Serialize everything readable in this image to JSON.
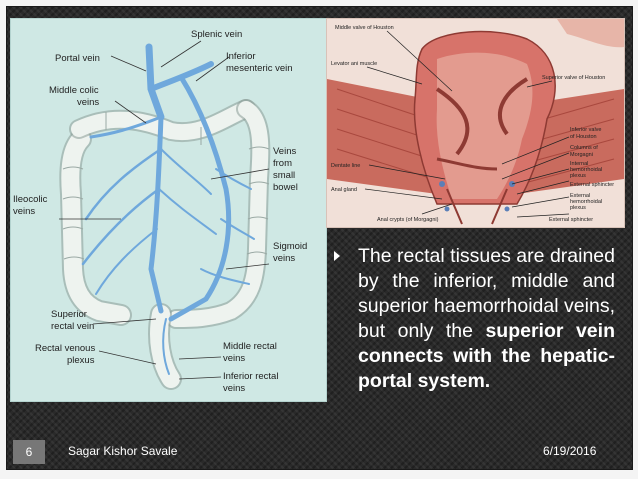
{
  "diagram_left": {
    "labels": {
      "splenic_vein": "Splenic vein",
      "portal_vein": "Portal vein",
      "inferior_mesenteric_1": "Inferior",
      "inferior_mesenteric_2": "mesenteric vein",
      "middle_colic_1": "Middle colic",
      "middle_colic_2": "veins",
      "veins_small_bowel_1": "Veins",
      "veins_small_bowel_2": "from",
      "veins_small_bowel_3": "small",
      "veins_small_bowel_4": "bowel",
      "ileocolic_1": "Ileocolic",
      "ileocolic_2": "veins",
      "sigmoid_1": "Sigmoid",
      "sigmoid_2": "veins",
      "superior_rectal_1": "Superior",
      "superior_rectal_2": "rectal vein",
      "rectal_venous_1": "Rectal venous",
      "rectal_venous_2": "plexus",
      "middle_rectal_1": "Middle rectal",
      "middle_rectal_2": "veins",
      "inferior_rectal_1": "Inferior rectal",
      "inferior_rectal_2": "veins"
    }
  },
  "diagram_right": {
    "labels": {
      "middle_valve": "Middle valve of Houston",
      "levator": "Levator ani muscle",
      "superior_valve": "Superior valve of Houston",
      "inferior_valve_1": "Inferior valve",
      "inferior_valve_2": "of Houston",
      "columns_1": "Columns of",
      "columns_2": "Morgagni",
      "internal_haem_1": "Internal",
      "internal_haem_2": "hemorrhoidal",
      "internal_haem_3": "plexus",
      "external_sphincter_top": "External sphincter",
      "external_haem_1": "External",
      "external_haem_2": "hemorrhoidal",
      "external_haem_3": "plexus",
      "external_sphincter_bottom": "External sphincter",
      "dentate_line": "Dentate line",
      "anal_gland": "Anal gland",
      "anal_crypts": "Anal crypts (of Morgagni)"
    }
  },
  "bullet": {
    "text_normal": "The rectal tissues are drained by the inferior, middle and superior haemorrhoidal veins, but only the ",
    "text_bold": "superior vein connects with the hepatic-portal system."
  },
  "footer": {
    "slide_number": "6",
    "author": "Sagar Kishor Savale",
    "date": "6/19/2016"
  },
  "colors": {
    "background": "#2a2a2a",
    "vein_blue": "#6fa8dc",
    "colon_fill": "#e8efe9",
    "tissue_red": "#b94a48"
  }
}
